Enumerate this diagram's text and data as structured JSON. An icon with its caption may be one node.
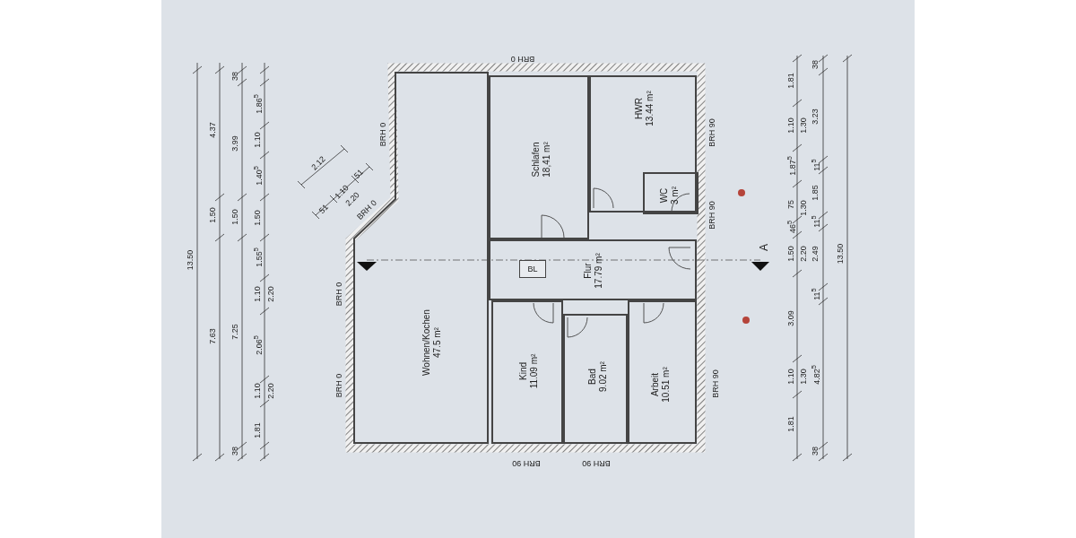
{
  "diagram": {
    "nodes": [
      {
        "text": [
          "Schlafen",
          "18,41 m²"
        ]
      },
      {
        "text": [
          "HWR",
          "13.44 m²"
        ]
      },
      {
        "text": [
          "WC",
          "3 m²"
        ],
        "in": 1
      },
      {
        "text": [
          "Wohnen/Kochen",
          "47.5 m²"
        ]
      },
      {
        "text": [
          "Flur",
          "17.79 m²"
        ]
      },
      {
        "text": [
          "BL"
        ],
        "in": 4
      },
      {
        "text": [
          "Kind",
          "11.09 m²"
        ]
      },
      {
        "text": [
          "Bad",
          "9.02 m²"
        ]
      },
      {
        "text": [
          "Arbeit",
          "10.51 m²"
        ]
      }
    ],
    "edges": [],
    "labels": [
      "13.50",
      "4.37",
      "1.50",
      "7.63",
      "38",
      "3.99",
      "1.50",
      "7.25",
      "38",
      "1.86$^{5}$",
      "1.10",
      "1.40$^{5}$",
      "1.50",
      "1.55$^{5}$",
      "1.10",
      "2.20",
      "2.06$^{5}$",
      "1.10",
      "2.20",
      "1.81",
      "2.12",
      "51",
      "1.10",
      "51",
      "2.20",
      "BRH 0",
      "BRH 0",
      "BRH 0",
      "BRH 0",
      "BRH 0",
      "BRH 90",
      "BRH 90",
      "BRH 90",
      "BRH 90",
      "BRH 90",
      "A",
      "1.81",
      "1.10",
      "1.30",
      "1.87$^{5}$",
      "75",
      "1.30",
      "46$^{5}$",
      "1.50",
      "2.20",
      "3.09",
      "1.10",
      "1.30",
      "1.81",
      "38",
      "3.23",
      "11$^{5}$",
      "1.85",
      "11$^{5}$",
      "2.49",
      "11$^{5}$",
      "4.82$^{5}$",
      "38",
      "13.50"
    ]
  }
}
